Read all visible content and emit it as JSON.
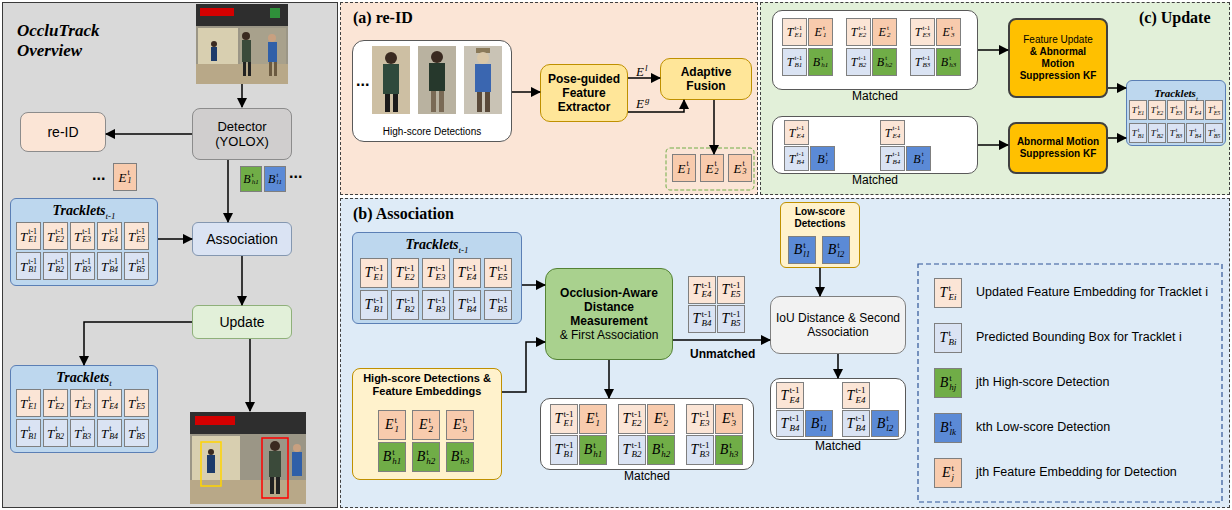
{
  "diagram": {
    "nodes": [
      {
        "text": [
          "OccluTrack Overview"
        ]
      },
      {
        "text": [
          "re-ID"
        ],
        "in": 0
      },
      {
        "text": [
          "Detector (YOLOX)"
        ],
        "in": 0
      },
      {
        "text": [
          "E",
          "t",
          "1"
        ],
        "in": 0
      },
      {
        "text": [
          "B",
          "t",
          "h1"
        ],
        "in": 0
      },
      {
        "text": [
          "B",
          "t",
          "l1"
        ],
        "in": 0
      },
      {
        "text": [
          "Tracklets",
          "t-1"
        ],
        "in": 0
      },
      {
        "text": [
          "T",
          "t-1",
          "E1"
        ],
        "in": 6
      },
      {
        "text": [
          "T",
          "t-1",
          "E2"
        ],
        "in": 6
      },
      {
        "text": [
          "T",
          "t-1",
          "E3"
        ],
        "in": 6
      },
      {
        "text": [
          "T",
          "t-1",
          "E4"
        ],
        "in": 6
      },
      {
        "text": [
          "T",
          "t-1",
          "E5"
        ],
        "in": 6
      },
      {
        "text": [
          "T",
          "t-1",
          "B1"
        ],
        "in": 6
      },
      {
        "text": [
          "T",
          "t-1",
          "B2"
        ],
        "in": 6
      },
      {
        "text": [
          "T",
          "t-1",
          "B3"
        ],
        "in": 6
      },
      {
        "text": [
          "T",
          "t-1",
          "B4"
        ],
        "in": 6
      },
      {
        "text": [
          "T",
          "t-1",
          "B5"
        ],
        "in": 6
      },
      {
        "text": [
          "Association"
        ],
        "in": 0
      },
      {
        "text": [
          "Update"
        ],
        "in": 0
      },
      {
        "text": [
          "Tracklets",
          "t"
        ],
        "in": 0
      },
      {
        "text": [
          "T",
          "t",
          "E1"
        ],
        "in": 19
      },
      {
        "text": [
          "T",
          "t",
          "E2"
        ],
        "in": 19
      },
      {
        "text": [
          "T",
          "t",
          "E3"
        ],
        "in": 19
      },
      {
        "text": [
          "T",
          "t",
          "E4"
        ],
        "in": 19
      },
      {
        "text": [
          "T",
          "t",
          "E5"
        ],
        "in": 19
      },
      {
        "text": [
          "T",
          "t",
          "B1"
        ],
        "in": 19
      },
      {
        "text": [
          "T",
          "t",
          "B2"
        ],
        "in": 19
      },
      {
        "text": [
          "T",
          "t",
          "B3"
        ],
        "in": 19
      },
      {
        "text": [
          "T",
          "t",
          "B4"
        ],
        "in": 19
      },
      {
        "text": [
          "T",
          "t",
          "B5"
        ],
        "in": 19
      },
      {
        "text": [
          "(a) re-ID"
        ]
      },
      {
        "text": [
          "High-score Detections"
        ],
        "in": 30
      },
      {
        "text": [
          "Pose-guided Feature Extractor"
        ],
        "in": 30
      },
      {
        "text": [
          "Adaptive Fusion"
        ],
        "in": 30
      },
      {
        "text": [
          "E",
          "t",
          "1"
        ],
        "in": 30
      },
      {
        "text": [
          "E",
          "t",
          "2"
        ],
        "in": 30
      },
      {
        "text": [
          "E",
          "t",
          "3"
        ],
        "in": 30
      },
      {
        "text": [
          "(c) Update"
        ]
      },
      {
        "text": [
          "Matched"
        ],
        "in": 37
      },
      {
        "text": [
          "T",
          "t-1",
          "E1"
        ],
        "in": 38
      },
      {
        "text": [
          "E",
          "t",
          "1"
        ],
        "in": 38
      },
      {
        "text": [
          "T",
          "t-1",
          "E2"
        ],
        "in": 38
      },
      {
        "text": [
          "E",
          "t",
          "2"
        ],
        "in": 38
      },
      {
        "text": [
          "T",
          "t-1",
          "E3"
        ],
        "in": 38
      },
      {
        "text": [
          "E",
          "t",
          "3"
        ],
        "in": 38
      },
      {
        "text": [
          "T",
          "t-1",
          "B1"
        ],
        "in": 38
      },
      {
        "text": [
          "B",
          "t",
          "h1"
        ],
        "in": 38
      },
      {
        "text": [
          "T",
          "t-1",
          "B2"
        ],
        "in": 38
      },
      {
        "text": [
          "B",
          "t",
          "h2"
        ],
        "in": 38
      },
      {
        "text": [
          "T",
          "t-1",
          "B3"
        ],
        "in": 38
      },
      {
        "text": [
          "B",
          "t",
          "h3"
        ],
        "in": 38
      },
      {
        "text": [
          "Feature Update",
          "& Abnormal Motion Suppression KF"
        ],
        "in": 37
      },
      {
        "text": [
          "Tracklets",
          "t"
        ],
        "in": 37
      },
      {
        "text": [
          "T",
          "t",
          "E1"
        ],
        "in": 52
      },
      {
        "text": [
          "T",
          "t",
          "E2"
        ],
        "in": 52
      },
      {
        "text": [
          "T",
          "t",
          "E3"
        ],
        "in": 52
      },
      {
        "text": [
          "T",
          "t",
          "E4"
        ],
        "in": 52
      },
      {
        "text": [
          "T",
          "t",
          "E5"
        ],
        "in": 52
      },
      {
        "text": [
          "T",
          "t",
          "B1"
        ],
        "in": 52
      },
      {
        "text": [
          "T",
          "t",
          "B2"
        ],
        "in": 52
      },
      {
        "text": [
          "T",
          "t",
          "B3"
        ],
        "in": 52
      },
      {
        "text": [
          "T",
          "t",
          "B4"
        ],
        "in": 52
      },
      {
        "text": [
          "T",
          "t",
          "B5"
        ],
        "in": 52
      },
      {
        "text": [
          "Matched"
        ],
        "in": 37
      },
      {
        "text": [
          "T",
          "t-1",
          "E4"
        ],
        "in": 63
      },
      {
        "text": [
          "T",
          "t-1",
          "E4"
        ],
        "in": 63
      },
      {
        "text": [
          "T",
          "t-1",
          "B4"
        ],
        "in": 63
      },
      {
        "text": [
          "B",
          "t",
          "l"
        ],
        "in": 63
      },
      {
        "text": [
          "T",
          "t-1",
          "B4"
        ],
        "in": 63
      },
      {
        "text": [
          "B",
          "t",
          "l"
        ],
        "in": 63
      },
      {
        "text": [
          "Abnormal Motion Suppression KF"
        ],
        "in": 37
      },
      {
        "text": [
          "(b) Association"
        ]
      },
      {
        "text": [
          "Tracklets",
          "t-1"
        ],
        "in": 71
      },
      {
        "text": [
          "T",
          "t-1",
          "E1"
        ],
        "in": 72
      },
      {
        "text": [
          "T",
          "t-1",
          "E2"
        ],
        "in": 72
      },
      {
        "text": [
          "T",
          "t-1",
          "E3"
        ],
        "in": 72
      },
      {
        "text": [
          "T",
          "t-1",
          "E4"
        ],
        "in": 72
      },
      {
        "text": [
          "T",
          "t-1",
          "E5"
        ],
        "in": 72
      },
      {
        "text": [
          "T",
          "t-1",
          "B1"
        ],
        "in": 72
      },
      {
        "text": [
          "T",
          "t-1",
          "B2"
        ],
        "in": 72
      },
      {
        "text": [
          "T",
          "t-1",
          "B3"
        ],
        "in": 72
      },
      {
        "text": [
          "T",
          "t-1",
          "B4"
        ],
        "in": 72
      },
      {
        "text": [
          "T",
          "t-1",
          "B5"
        ],
        "in": 72
      },
      {
        "text": [
          "Occlusion-Aware Distance Measurement",
          "& First Association"
        ],
        "in": 71
      },
      {
        "text": [
          "T",
          "t-1",
          "E4"
        ],
        "in": 71
      },
      {
        "text": [
          "T",
          "t-1",
          "E5"
        ],
        "in": 71
      },
      {
        "text": [
          "T",
          "t-1",
          "B4"
        ],
        "in": 71
      },
      {
        "text": [
          "T",
          "t-1",
          "B5"
        ],
        "in": 71
      },
      {
        "text": [
          "Low-score Detections"
        ],
        "in": 71
      },
      {
        "text": [
          "B",
          "t",
          "l1"
        ],
        "in": 88
      },
      {
        "text": [
          "B",
          "t",
          "l2"
        ],
        "in": 88
      },
      {
        "text": [
          "IoU Distance & Second Association"
        ],
        "in": 71
      },
      {
        "text": [
          "High-score Detections & Feature Embeddings"
        ],
        "in": 71
      },
      {
        "text": [
          "E",
          "t",
          "1"
        ],
        "in": 92
      },
      {
        "text": [
          "E",
          "t",
          "2"
        ],
        "in": 92
      },
      {
        "text": [
          "E",
          "t",
          "3"
        ],
        "in": 92
      },
      {
        "text": [
          "B",
          "t",
          "h1"
        ],
        "in": 92
      },
      {
        "text": [
          "B",
          "t",
          "h2"
        ],
        "in": 92
      },
      {
        "text": [
          "B",
          "t",
          "h3"
        ],
        "in": 92
      },
      {
        "text": [
          "Matched"
        ],
        "in": 71
      },
      {
        "text": [
          "T",
          "t-1",
          "E1"
        ],
        "in": 99
      },
      {
        "text": [
          "E",
          "t",
          "1"
        ],
        "in": 99
      },
      {
        "text": [
          "T",
          "t-1",
          "E2"
        ],
        "in": 99
      },
      {
        "text": [
          "E",
          "t",
          "2"
        ],
        "in": 99
      },
      {
        "text": [
          "T",
          "t-1",
          "E3"
        ],
        "in": 99
      },
      {
        "text": [
          "E",
          "t",
          "3"
        ],
        "in": 99
      },
      {
        "text": [
          "T",
          "t-1",
          "B1"
        ],
        "in": 99
      },
      {
        "text": [
          "B",
          "t",
          "h1"
        ],
        "in": 99
      },
      {
        "text": [
          "T",
          "t-1",
          "B2"
        ],
        "in": 99
      },
      {
        "text": [
          "B",
          "t",
          "h2"
        ],
        "in": 99
      },
      {
        "text": [
          "T",
          "t-1",
          "B3"
        ],
        "in": 99
      },
      {
        "text": [
          "B",
          "t",
          "h3"
        ],
        "in": 99
      },
      {
        "text": [
          "Matched"
        ],
        "in": 71
      },
      {
        "text": [
          "T",
          "t-1",
          "E4"
        ],
        "in": 112
      },
      {
        "text": [
          "T",
          "t-1",
          "E4"
        ],
        "in": 112
      },
      {
        "text": [
          "T",
          "t-1",
          "B4"
        ],
        "in": 112
      },
      {
        "text": [
          "B",
          "t",
          "l1"
        ],
        "in": 112
      },
      {
        "text": [
          "T",
          "t-1",
          "B4"
        ],
        "in": 112
      },
      {
        "text": [
          "B",
          "t",
          "l2"
        ],
        "in": 112
      }
    ],
    "edges": [
      {
        "from": 2,
        "to": 1,
        "arrow": "to"
      },
      {
        "from": 2,
        "to": 17,
        "arrow": "to"
      },
      {
        "from": 6,
        "to": 17,
        "arrow": "to"
      },
      {
        "from": 17,
        "to": 18,
        "arrow": "to"
      },
      {
        "from": 18,
        "to": 19,
        "arrow": "to"
      },
      {
        "from": 31,
        "to": 32,
        "arrow": "to"
      },
      {
        "from": 32,
        "to": 33,
        "arrow": "to"
      },
      {
        "from": 32,
        "to": 33,
        "arrow": "to"
      },
      {
        "from": 33,
        "to": 35,
        "arrow": "to"
      },
      {
        "from": 38,
        "to": 51,
        "arrow": "to"
      },
      {
        "from": 63,
        "to": 70,
        "arrow": "to"
      },
      {
        "from": 51,
        "to": 52,
        "arrow": "to"
      },
      {
        "from": 70,
        "to": 52,
        "arrow": "to"
      },
      {
        "from": 72,
        "to": 83,
        "arrow": "to"
      },
      {
        "from": 92,
        "to": 83,
        "arrow": "to"
      },
      {
        "from": 83,
        "to": 99,
        "arrow": "to"
      },
      {
        "from": 83,
        "to": 91,
        "label": "Unmatched",
        "arrow": "to"
      },
      {
        "from": 88,
        "to": 91,
        "arrow": "to"
      },
      {
        "from": 91,
        "to": 112,
        "arrow": "to"
      }
    ],
    "labels": [
      "...",
      "...",
      "...",
      "E",
      "l",
      "E",
      "g",
      "T",
      "t",
      "Ei",
      "T",
      "t",
      "Bi",
      "B",
      "t",
      "hj",
      "B",
      "t",
      "lk",
      "E",
      "t",
      "j"
    ],
    "legend": [
      {
        "text": "Updated Feature Embedding for Tracklet i",
        "color": "#fbe5d6"
      },
      {
        "text": "Predicted Bounding Box for Tracklet i",
        "color": "#dae3f3"
      },
      {
        "text": "jth High-score Detection",
        "color": "#70ad47"
      },
      {
        "text": "kth Low-score Detection",
        "color": "#5b8ad6"
      },
      {
        "text": "jth Feature Embedding for Detection",
        "color": "#f8cbad"
      }
    ]
  }
}
